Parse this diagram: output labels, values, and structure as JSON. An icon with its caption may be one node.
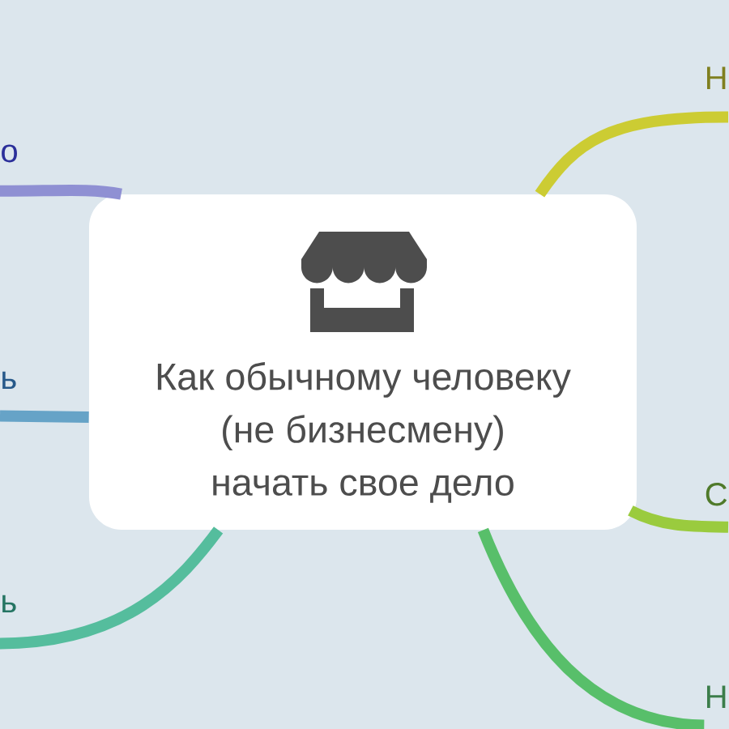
{
  "diagram": {
    "nodes": [
      {
        "text": [
          "Как обычному человеку (не бизнесмену) начать свое дело"
        ]
      },
      {
        "text": [
          "о"
        ]
      },
      {
        "text": [
          "ь"
        ]
      },
      {
        "text": [
          "ь"
        ]
      },
      {
        "text": [
          "Н"
        ]
      },
      {
        "text": [
          "С"
        ]
      },
      {
        "text": [
          "Н"
        ]
      }
    ],
    "edges": [
      {
        "from": 0,
        "to": 1,
        "arrow": "none",
        "color": "#8f90d3"
      },
      {
        "from": 0,
        "to": 2,
        "arrow": "none",
        "color": "#66a3c7"
      },
      {
        "from": 0,
        "to": 3,
        "arrow": "none",
        "color": "#55bd9d"
      },
      {
        "from": 0,
        "to": 4,
        "arrow": "none",
        "color": "#cccc33"
      },
      {
        "from": 0,
        "to": 5,
        "arrow": "none",
        "color": "#9acb3e"
      },
      {
        "from": 0,
        "to": 6,
        "arrow": "none",
        "color": "#58bf6a"
      }
    ]
  }
}
